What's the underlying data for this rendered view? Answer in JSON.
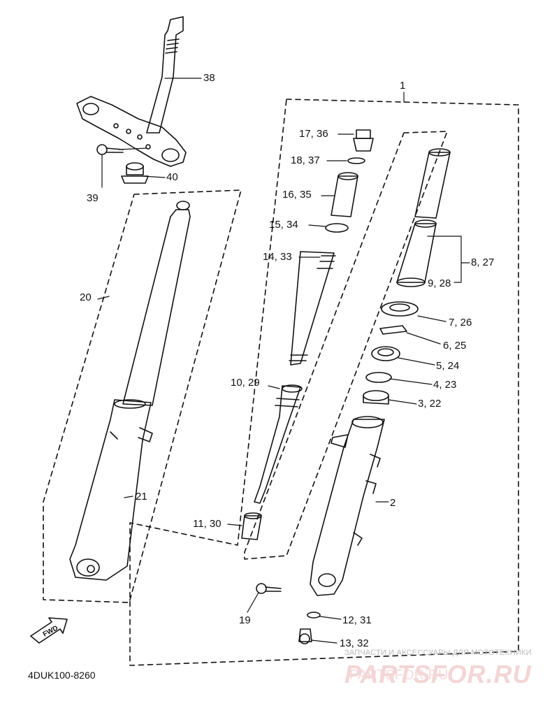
{
  "diagram_code": "4DUK100-8260",
  "watermark": {
    "caption": "ЗАПЧАСТИ И АКСЕССУАРЫ ДЛЯ МОТОТЕХНИКИ",
    "logo": "PARTSFOR.RU"
  },
  "direction_badge": "FWD",
  "callouts": {
    "c1": "1",
    "c2": "2",
    "c3_22": "3, 22",
    "c4_23": "4, 23",
    "c5_24": "5, 24",
    "c6_25": "6, 25",
    "c7_26": "7, 26",
    "c8_27": "8, 27",
    "c9_28": "9, 28",
    "c10_29": "10, 29",
    "c11_30": "11, 30",
    "c12_31": "12, 31",
    "c13_32": "13, 32",
    "c14_33": "14, 33",
    "c15_34": "15, 34",
    "c16_35": "16, 35",
    "c17_36": "17, 36",
    "c18_37": "18, 37",
    "c19": "19",
    "c20": "20",
    "c21": "21",
    "c38": "38",
    "c39": "39",
    "c40": "40"
  }
}
